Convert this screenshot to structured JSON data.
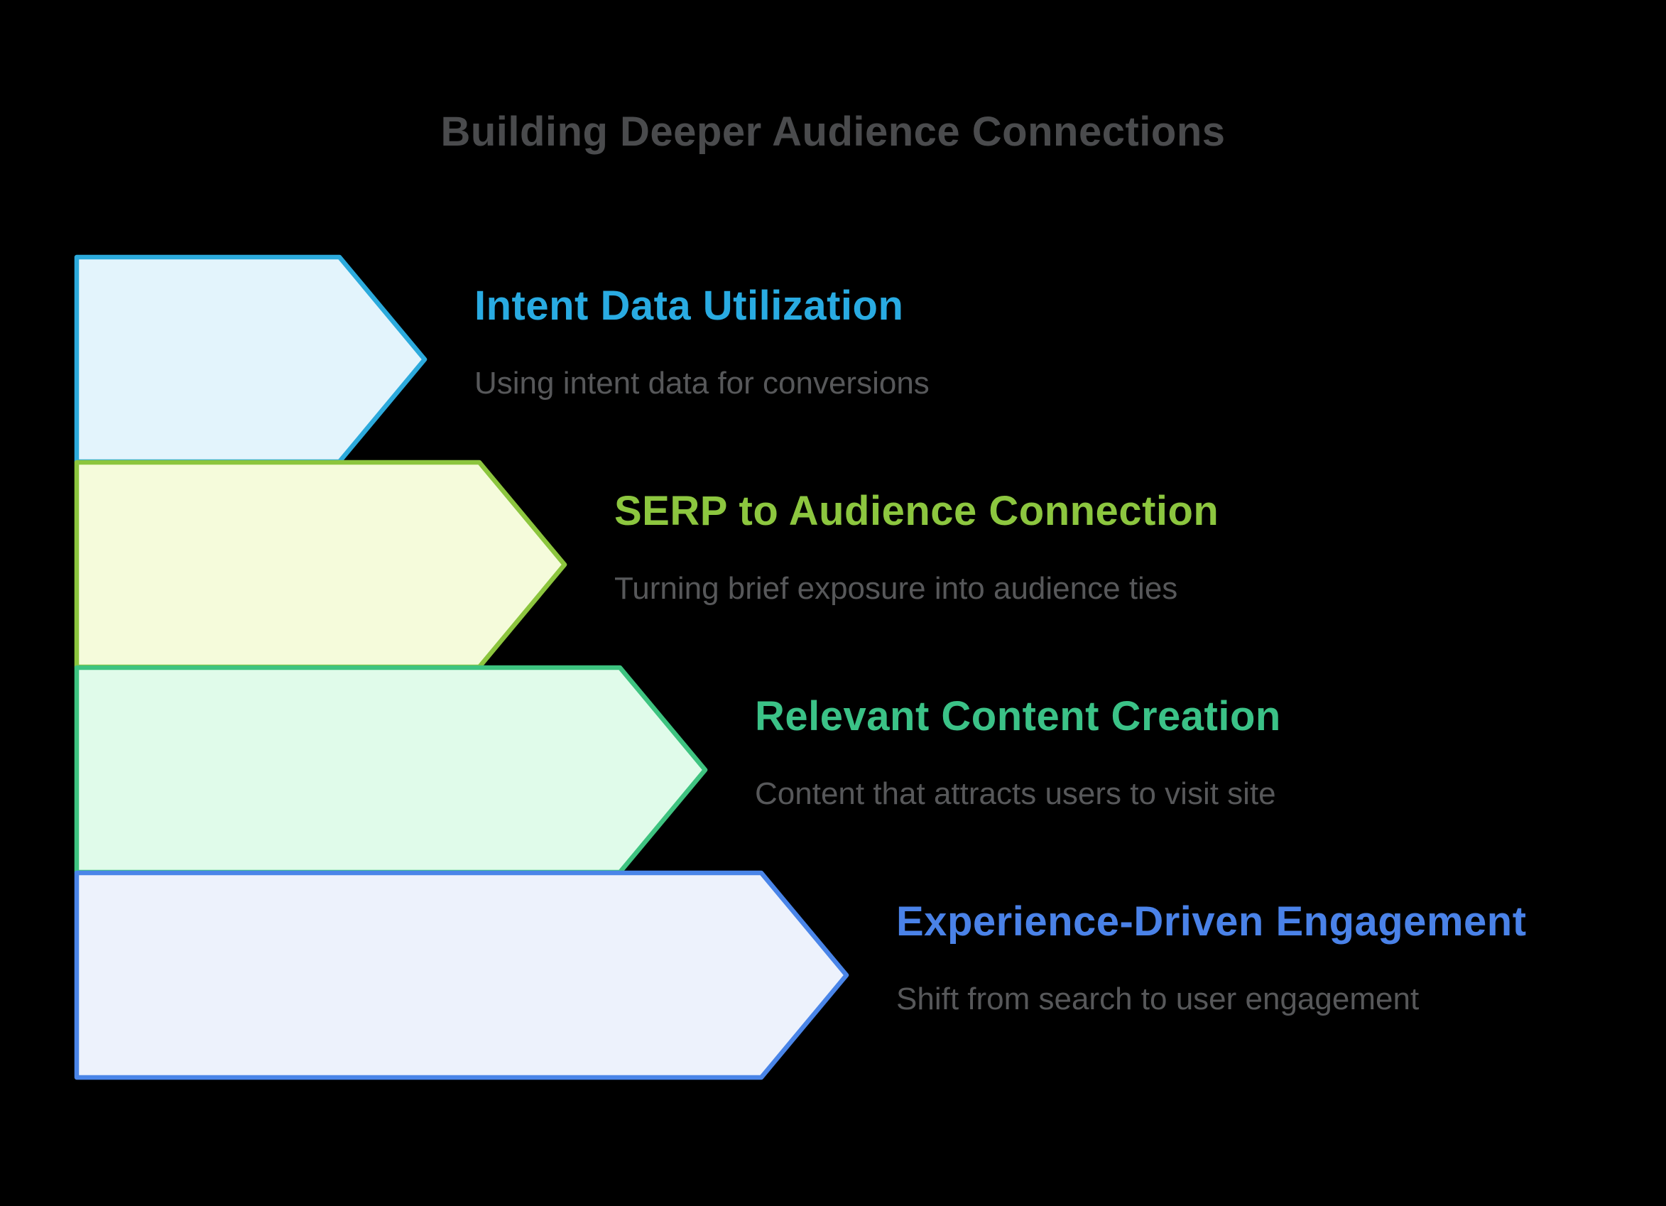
{
  "page_title": "Building Deeper Audience Connections",
  "colors": {
    "background": "#000000",
    "page_title_text": "#4a4b4d",
    "description_text": "#57585a"
  },
  "steps": [
    {
      "title": "Intent Data Utilization",
      "description": "Using intent data for conversions",
      "title_color": "#29abe2",
      "arrow_fill": "#e3f4fc",
      "arrow_stroke": "#2caadc"
    },
    {
      "title": "SERP to Audience Connection",
      "description": "Turning brief exposure into audience ties",
      "title_color": "#8cc63f",
      "arrow_fill": "#f5fbdb",
      "arrow_stroke": "#8cc53e"
    },
    {
      "title": "Relevant Content Creation",
      "description": "Content that attracts users to visit site",
      "title_color": "#3bc287",
      "arrow_fill": "#e0fbea",
      "arrow_stroke": "#3ec380"
    },
    {
      "title": "Experience-Driven Engagement",
      "description": "Shift from search to user engagement",
      "title_color": "#4a82e8",
      "arrow_fill": "#edf2fc",
      "arrow_stroke": "#4a85e8"
    }
  ]
}
